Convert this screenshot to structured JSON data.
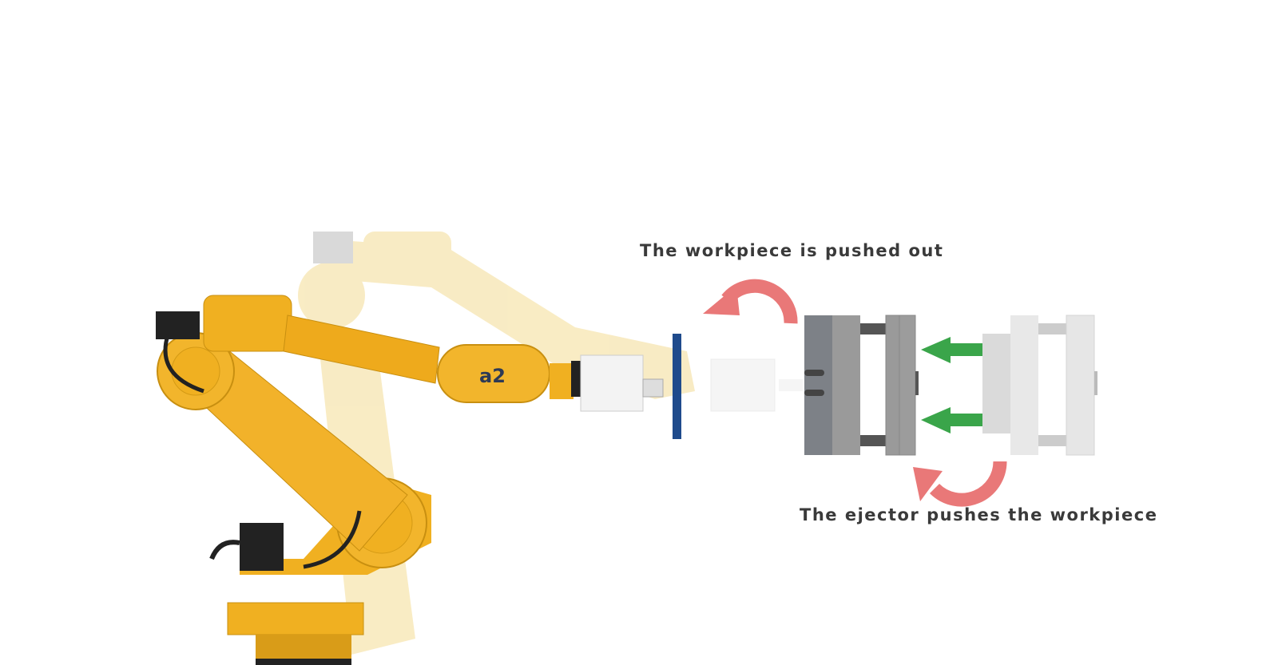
{
  "captions": {
    "top": "The workpiece is pushed out",
    "bottom": "The ejector pushes the workpiece"
  },
  "logo": {
    "text": "a2"
  },
  "colors": {
    "robot_yellow": "#f0b021",
    "robot_ghost": "#f7e3a6",
    "curved_arrow_red": "#e97878",
    "push_arrow_green": "#3aa54a",
    "mold_dark": "#7d8187",
    "mold_light": "#e4e4e4",
    "end_plate_blue": "#1f4b8c"
  }
}
